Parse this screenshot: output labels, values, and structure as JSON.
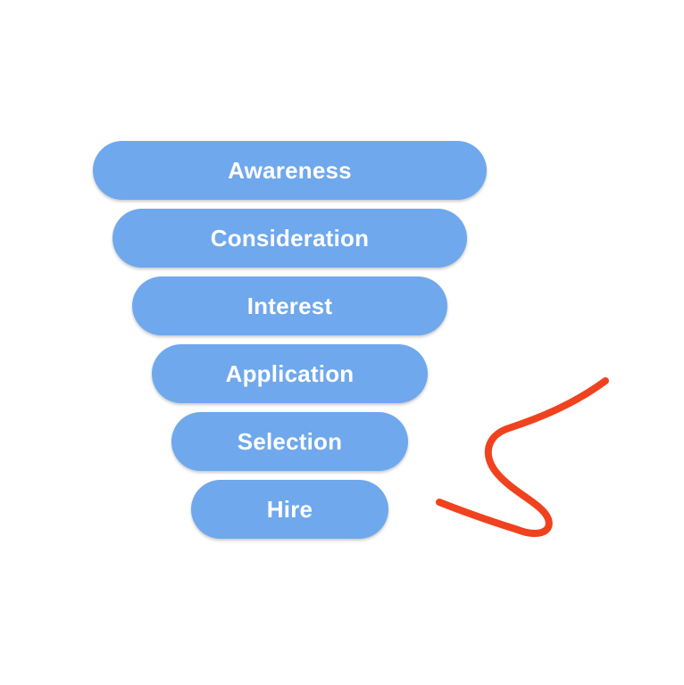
{
  "funnel": {
    "fill_color": "#6fa8ec",
    "text_color": "#ffffff",
    "stages": [
      {
        "label": "Awareness"
      },
      {
        "label": "Consideration"
      },
      {
        "label": "Interest"
      },
      {
        "label": "Application"
      },
      {
        "label": "Selection"
      },
      {
        "label": "Hire"
      }
    ]
  },
  "annotation": {
    "icon": "hand-drawn-squiggle",
    "color": "#f0421e"
  }
}
